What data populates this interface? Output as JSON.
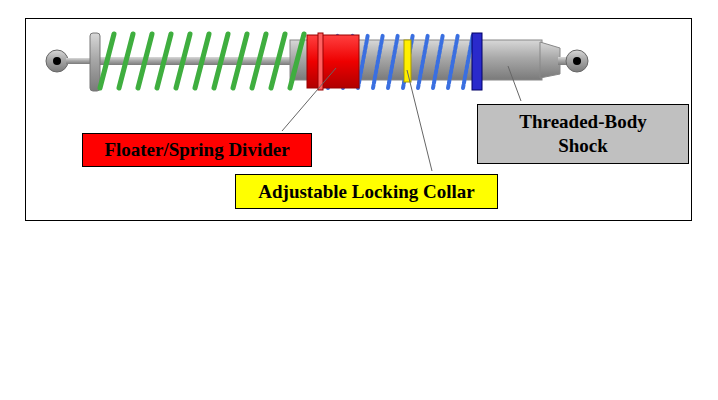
{
  "diagram": {
    "nodes": [
      {
        "text": [
          "Threaded-Body Shock"
        ]
      },
      {
        "text": [
          "Floater/Spring Divider"
        ]
      },
      {
        "text": [
          "Adjustable Locking Collar"
        ]
      }
    ]
  }
}
